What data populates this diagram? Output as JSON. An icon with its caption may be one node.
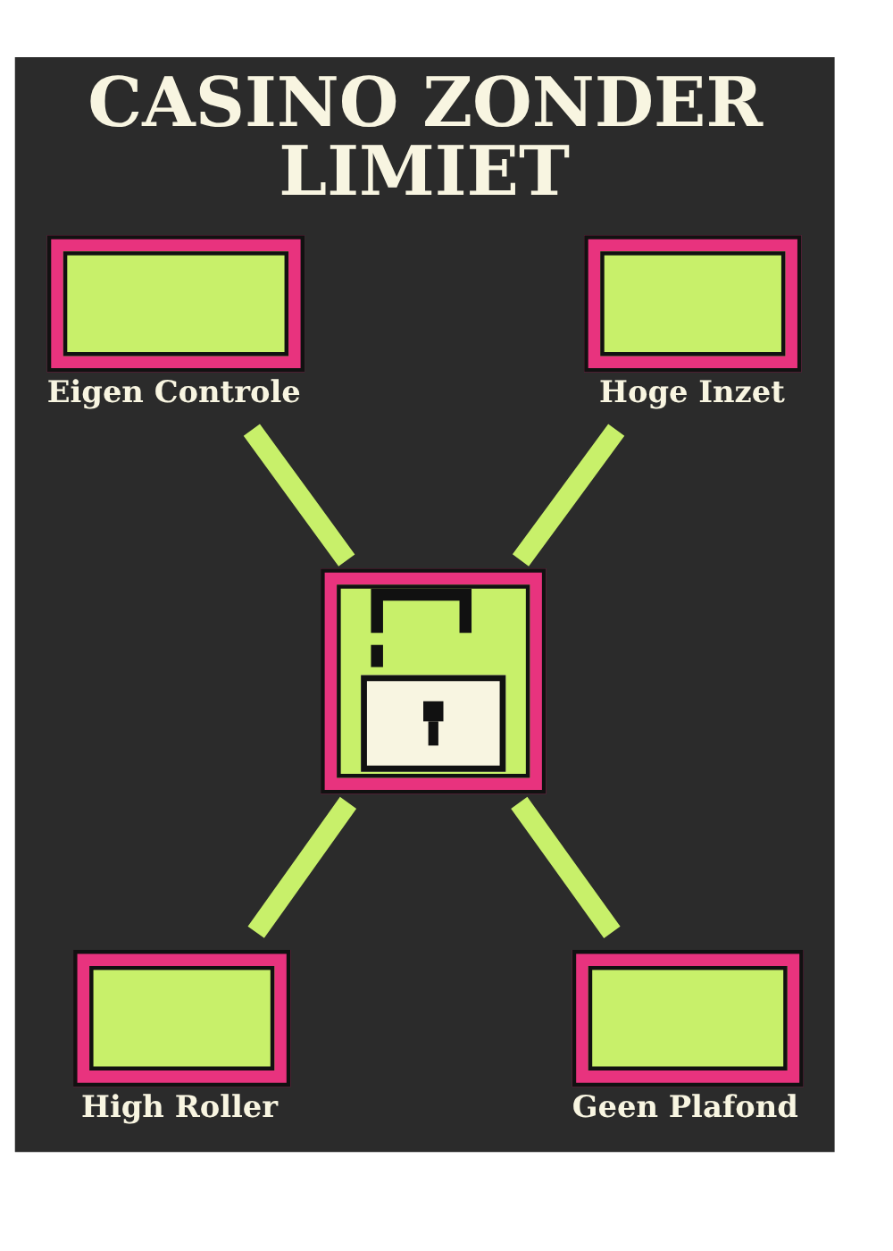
{
  "diagram": {
    "title": "CASINO ZONDER LIMIET",
    "nodes": [
      {
        "text": [
          "Eigen Controle"
        ]
      },
      {
        "text": [
          "Hoge Inzet"
        ]
      },
      {
        "text": [],
        "shape": "picture"
      },
      {
        "text": [
          "High Roller"
        ]
      },
      {
        "text": [
          "Geen Plafond"
        ]
      }
    ],
    "edges": [
      {
        "from": 0,
        "to": 2,
        "arrow": "none"
      },
      {
        "from": 1,
        "to": 2,
        "arrow": "none"
      },
      {
        "from": 2,
        "to": 3,
        "arrow": "none"
      },
      {
        "from": 2,
        "to": 4,
        "arrow": "none"
      }
    ]
  }
}
